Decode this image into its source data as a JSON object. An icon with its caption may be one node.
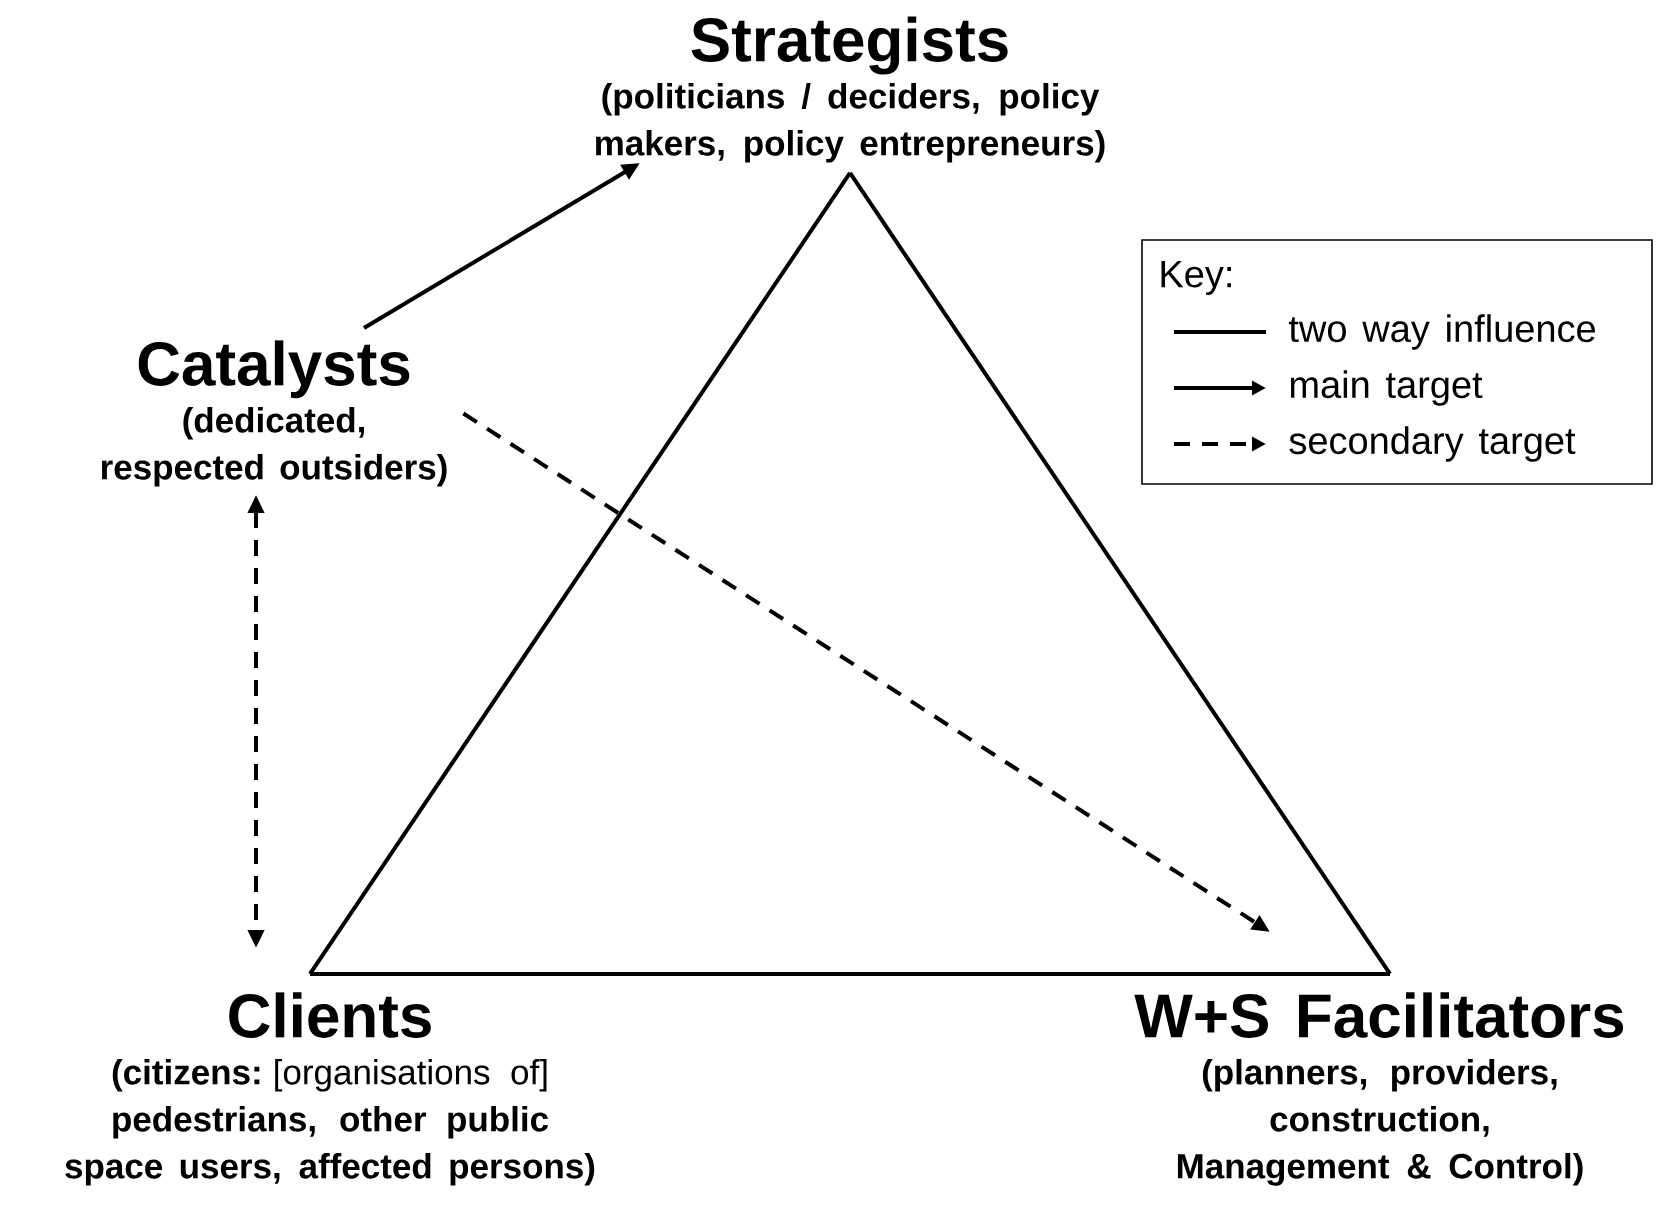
{
  "diagram": {
    "nodes": [
      {
        "text": [
          "Strategists",
          "(politicians / deciders, policy makers, policy entrepreneurs)"
        ]
      },
      {
        "text": [
          "Catalysts",
          "(dedicated, respected outsiders)"
        ]
      },
      {
        "text": [
          "Clients",
          "**(citizens:** [organisations of] **pedestrians, other public space users, affected persons)**"
        ]
      },
      {
        "text": [
          "W+S Facilitators",
          "(planners, providers, construction, Management & Control)"
        ]
      }
    ],
    "edges": [
      {
        "from": 1,
        "to": 0,
        "arrow": "to"
      },
      {
        "from": 1,
        "to": 3,
        "arrow": "to",
        "style": "dashed"
      },
      {
        "from": 1,
        "to": 2,
        "arrow": "both",
        "style": "dashed"
      },
      {
        "from": 0,
        "to": 2,
        "arrow": "none"
      },
      {
        "from": 2,
        "to": 3,
        "arrow": "none"
      },
      {
        "from": 3,
        "to": 0,
        "arrow": "none"
      }
    ],
    "labels": [
      "Key:"
    ],
    "legend": [
      {
        "text": "two way influence"
      },
      {
        "text": "main target"
      },
      {
        "text": "secondary target"
      }
    ]
  }
}
